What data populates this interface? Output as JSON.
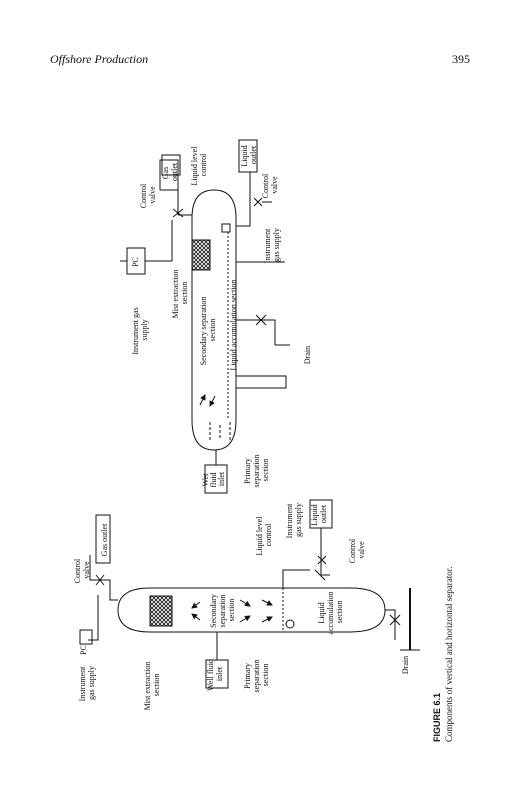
{
  "header": {
    "running_title": "Offshore Production",
    "page_number": "395"
  },
  "figure": {
    "number": "FIGURE 6.1",
    "caption": "Components of vertical and horizontal separator.",
    "vertical_separator": {
      "instrument_gas_supply": [
        "Instrument",
        "gas supply"
      ],
      "pc": "PC",
      "control_valve": [
        "Control",
        "valve"
      ],
      "gas_outlet": "Gas outlet",
      "mist_extraction": [
        "Mist extraction",
        "section"
      ],
      "well_fluid_inlet": [
        "Well fluid",
        "inlet"
      ],
      "primary_separation": [
        "Primary",
        "separation",
        "section"
      ],
      "secondary_separation": [
        "Secondary",
        "separation",
        "section"
      ],
      "liquid_level_control": [
        "Liquid level",
        "control"
      ],
      "instrument_gas_supply_2": [
        "Instrument",
        "gas supply"
      ],
      "liquid_outlet": [
        "Liquid",
        "outlet"
      ],
      "control_valve_2": [
        "Control",
        "valve"
      ],
      "liquid_accumulation": [
        "Liquid",
        "accumulation",
        "section"
      ],
      "drain": "Drain"
    },
    "horizontal_separator": {
      "instrument_gas_supply": [
        "Instrument gas",
        "supply"
      ],
      "pc": "PC",
      "mist_extraction": [
        "Mist extraction",
        "section"
      ],
      "control_valve": [
        "Control",
        "valve"
      ],
      "gas_outlet": [
        "Gas",
        "outlet"
      ],
      "liquid_level_control": [
        "Liquid level",
        "control"
      ],
      "liquid_outlet": [
        "Liquid",
        "outlet"
      ],
      "control_valve_2": [
        "Control",
        "valve"
      ],
      "instrument_gas_supply_2": [
        "Instrument",
        "gas supply"
      ],
      "secondary_separation": [
        "Secondary separation",
        "section"
      ],
      "liquid_accumulation": "Liquid accumulation section",
      "drain": "Drain",
      "wet_fluid_inlet": [
        "Wet",
        "fluid",
        "inlet"
      ],
      "primary_separation": [
        "Primary",
        "separation",
        "section"
      ]
    }
  }
}
